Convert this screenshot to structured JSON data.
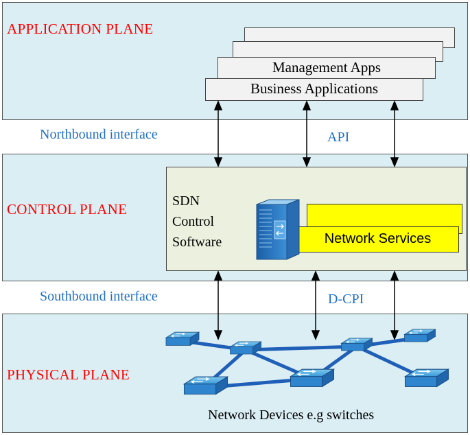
{
  "planes": {
    "application": "APPLICATION PLANE",
    "control": "CONTROL PLANE",
    "physical": "PHYSICAL PLANE"
  },
  "interfaces": {
    "northbound": "Northbound interface",
    "northbound_api": "API",
    "southbound": "Southbound interface",
    "southbound_api": "D-CPI"
  },
  "applications": {
    "management": "Management Apps",
    "business": "Business Applications"
  },
  "control": {
    "software_lines": [
      "SDN",
      "Control",
      "Software"
    ],
    "network_services": "Network Services"
  },
  "physical": {
    "caption": "Network Devices e.g switches"
  },
  "colors": {
    "plane_fill": "#daeef3",
    "plane_label": "#ff0000",
    "interface_text": "#1f6fc5",
    "control_box_fill": "#ebf1de",
    "services_fill": "#ffff00",
    "link": "#1f5fb8"
  }
}
